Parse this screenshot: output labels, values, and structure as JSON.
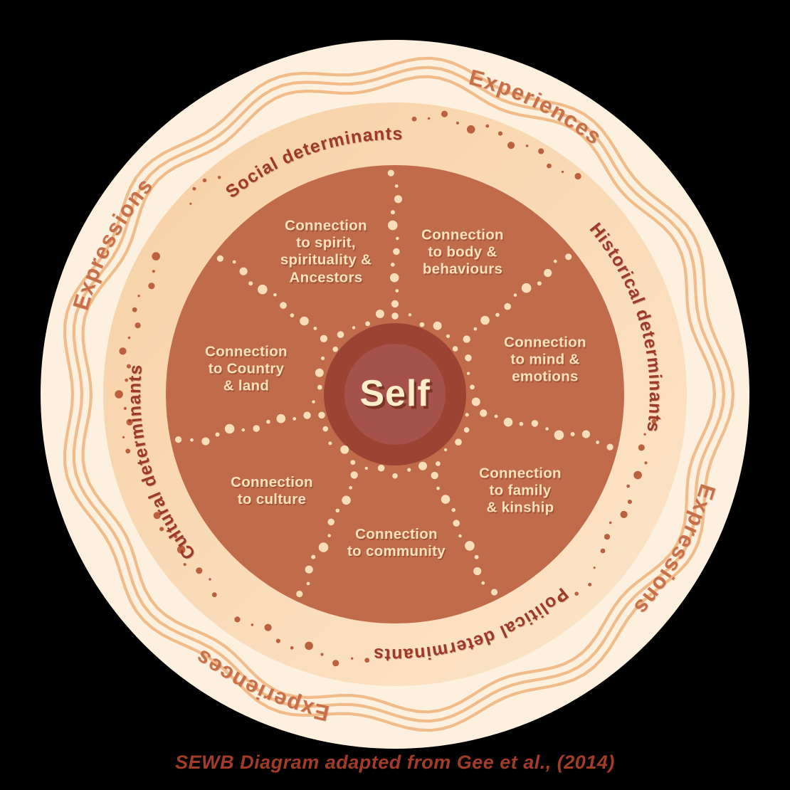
{
  "title": "SEWB wheel diagram",
  "center": {
    "label": "Self"
  },
  "segments": [
    {
      "name": "spirit",
      "label": "Connection\nto spirit,\nspirituality &\nAncestors"
    },
    {
      "name": "body",
      "label": "Connection\nto body &\nbehaviours"
    },
    {
      "name": "mind",
      "label": "Connection\nto mind &\nemotions"
    },
    {
      "name": "family",
      "label": "Connection\nto family\n& kinship"
    },
    {
      "name": "community",
      "label": "Connection\nto community"
    },
    {
      "name": "culture",
      "label": "Connection\nto culture"
    },
    {
      "name": "country",
      "label": "Connection\nto Country\n& land"
    }
  ],
  "determinant_ring": {
    "social": "Social determinants",
    "historical": "Historical determinants",
    "political": "Political determinants",
    "cultural": "Cultural determinants"
  },
  "outer_ring": {
    "experiences_top_right": "Experiences",
    "expressions_upper_left": "Expressions",
    "expressions_lower_right": "Expressions",
    "experiences_bottom_left": "Experiences"
  },
  "caption": "SEWB Diagram adapted from Gee et al., (2014)",
  "colors": {
    "outer_ring": "#fdf0de",
    "middle_ring_start": "#f7d0a4",
    "middle_ring_end": "#fce5cb",
    "inner_circle": "#c06b4a",
    "center_circle": "#9c4434",
    "center_disc": "#a4524b",
    "wavy_line": "#f1bb8a",
    "trail_dot": "#bc6140",
    "cream_dot": "#f7ddb8",
    "determinant_text": "#9e3a29",
    "outer_text": "#c7704a",
    "segment_text": "#fbe2bd",
    "self_text": "#fdedca",
    "caption_text": "#a23c29"
  }
}
